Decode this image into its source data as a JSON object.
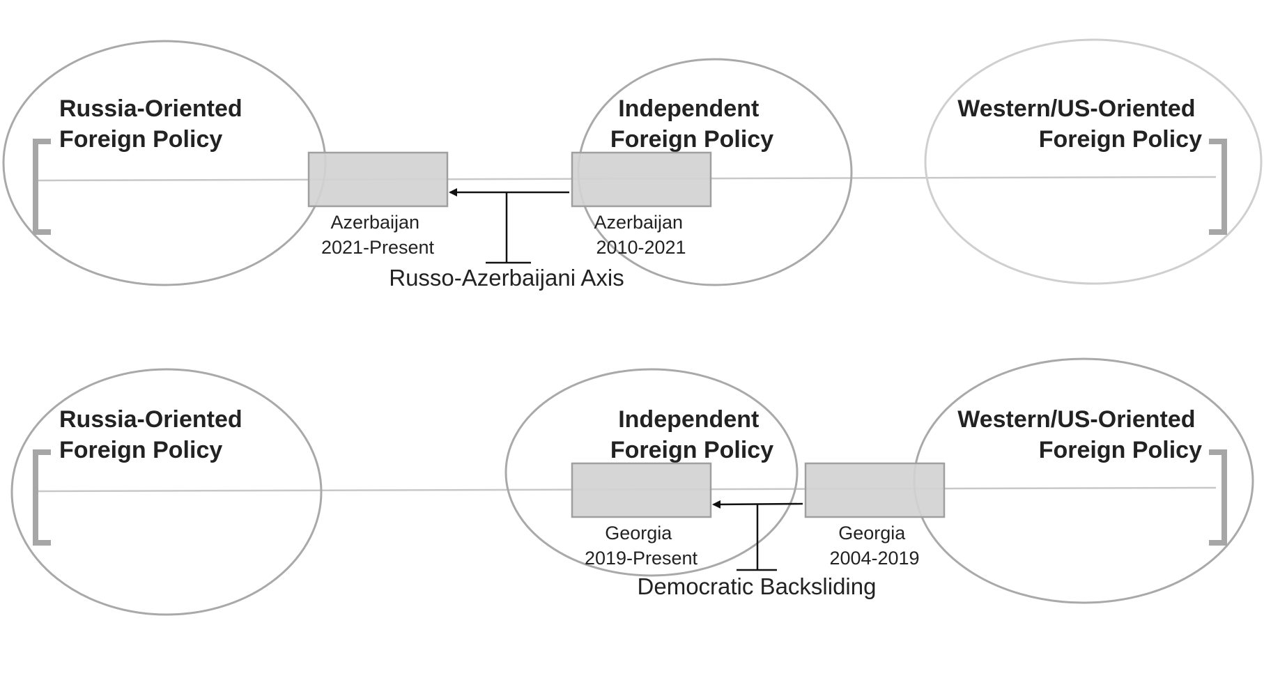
{
  "panels": [
    {
      "left_pole": {
        "line1": "Russia-Oriented",
        "line2": "Foreign Policy"
      },
      "middle_pole": {
        "line1": "Independent",
        "line2": "Foreign Policy"
      },
      "right_pole": {
        "line1": "Western/US-Oriented",
        "line2": "Foreign Policy"
      },
      "position_new": {
        "line1": "Azerbaijan",
        "line2": "2021-Present"
      },
      "position_old": {
        "line1": "Azerbaijan",
        "line2": "2010-2021"
      },
      "driver": "Russo-Azerbaijani Axis"
    },
    {
      "left_pole": {
        "line1": "Russia-Oriented",
        "line2": "Foreign Policy"
      },
      "middle_pole": {
        "line1": "Independent",
        "line2": "Foreign Policy"
      },
      "right_pole": {
        "line1": "Western/US-Oriented",
        "line2": "Foreign Policy"
      },
      "position_new": {
        "line1": "Georgia",
        "line2": "2019-Present"
      },
      "position_old": {
        "line1": "Georgia",
        "line2": "2004-2019"
      },
      "driver": "Democratic Backsliding"
    }
  ]
}
